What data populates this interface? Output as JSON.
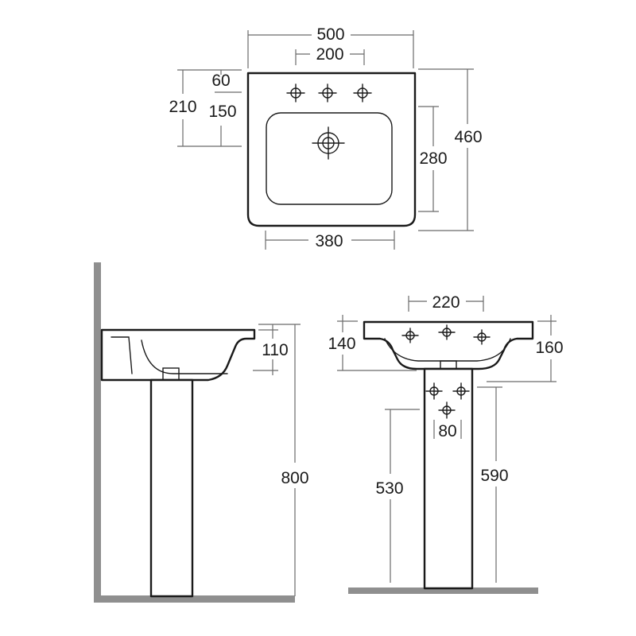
{
  "top_view": {
    "width": "500",
    "tap_spacing": "200",
    "rim_to_taps": "60",
    "rim_to_bowl": "150",
    "back_to_bowl": "210",
    "depth": "460",
    "bowl_depth": "280",
    "bowl_width": "380"
  },
  "side_view": {
    "basin_height": "110",
    "overall_height": "800"
  },
  "front_view": {
    "tap_spacing": "220",
    "rim_height": "140",
    "basin_height": "160",
    "supply_spacing": "80",
    "waste_height": "530",
    "supply_height": "590"
  },
  "colors": {
    "line": "#1a1a1a",
    "dimension": "#6b6b6b",
    "wall": "#8f8f8f"
  }
}
